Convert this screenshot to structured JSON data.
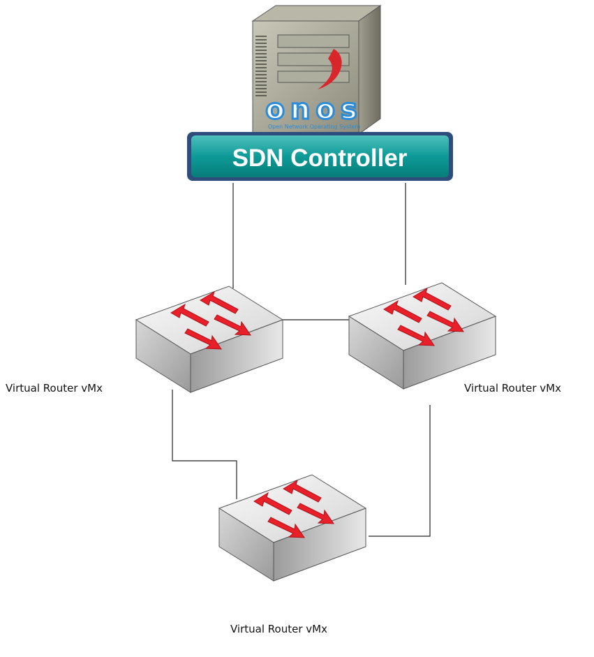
{
  "controller": {
    "banner_label": "SDN Controller",
    "logo_text": "onos",
    "logo_subtitle": "Open Network Operating System"
  },
  "routers": [
    {
      "id": "router-left",
      "label": "Virtual Router vMx"
    },
    {
      "id": "router-right",
      "label": "Virtual Router vMx"
    },
    {
      "id": "router-bottom",
      "label": "Virtual Router vMx"
    }
  ],
  "colors": {
    "banner_fill": "#0d9a97",
    "banner_border": "#2e4d7c",
    "arrow_red": "#e8202a",
    "logo_blue": "#2a8bd8",
    "line": "#222222"
  }
}
